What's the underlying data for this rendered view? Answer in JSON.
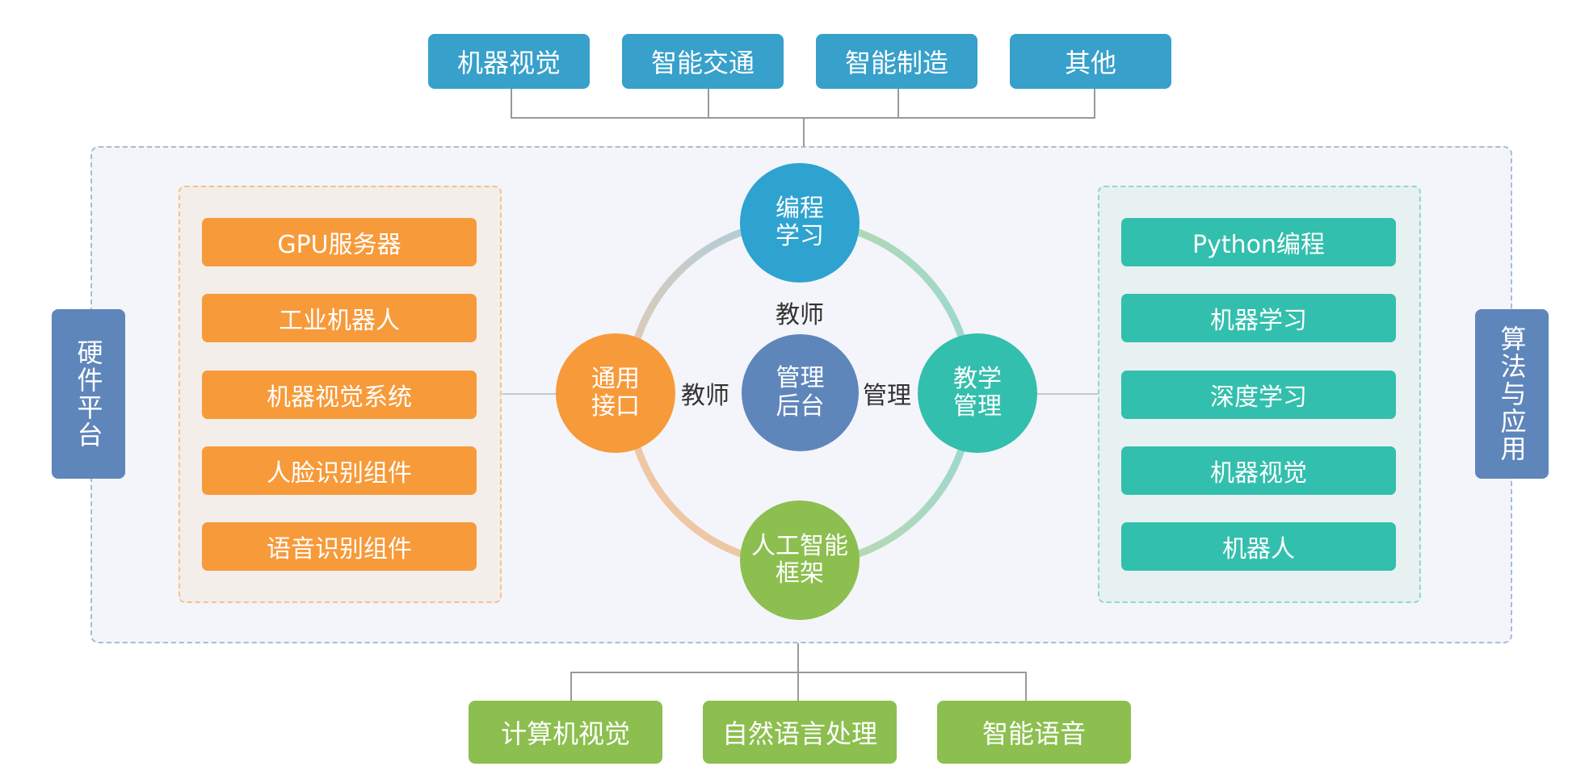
{
  "top_applications": [
    "机器视觉",
    "智能交通",
    "智能制造",
    "其他"
  ],
  "left_side_label": "硬件平台",
  "right_side_label": "算法与应用",
  "hardware_items": [
    "GPU服务器",
    "工业机器人",
    "机器视觉系统",
    "人脸识别组件",
    "语音识别组件"
  ],
  "algorithm_items": [
    "Python编程",
    "机器学习",
    "深度学习",
    "机器视觉",
    "机器人"
  ],
  "center": {
    "hub": [
      "管理",
      "后台"
    ],
    "top": [
      "编程",
      "学习"
    ],
    "left": [
      "通用",
      "接口"
    ],
    "right": [
      "教学",
      "管理"
    ],
    "bottom": [
      "人工智能",
      "框架"
    ]
  },
  "edge_labels": {
    "top": "教师",
    "left": "教师",
    "right": "管理"
  },
  "bottom_technologies": [
    "计算机视觉",
    "自然语言处理",
    "智能语音"
  ],
  "colors": {
    "top_box": "#37a0cb",
    "bottom_box": "#8cbf4f",
    "hardware_item": "#f79a3a",
    "algorithm_item": "#33bfad",
    "side_label": "#5f86bb",
    "circle_top": "#2ea3cf",
    "circle_left": "#f79a3a",
    "circle_right": "#33bfad",
    "circle_bottom": "#8cbf4f",
    "circle_hub": "#5f86bb"
  }
}
